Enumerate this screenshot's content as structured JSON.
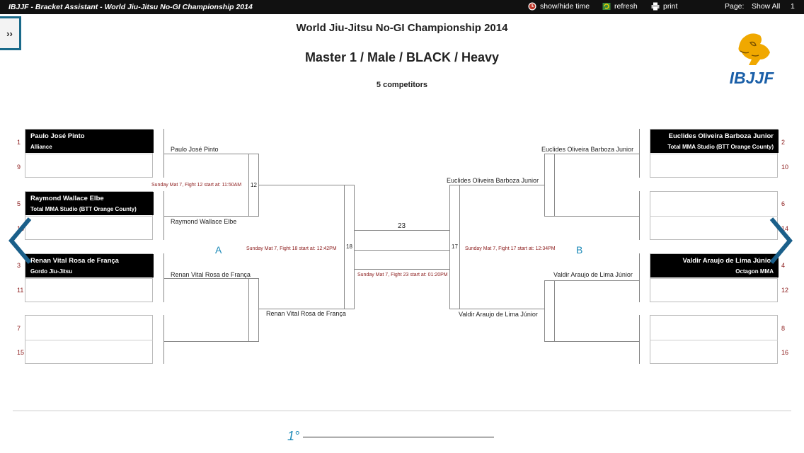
{
  "topbar": {
    "title": "IBJJF - Bracket Assistant - World Jiu-Jitsu No-GI Championship 2014",
    "showhide": "show/hide time",
    "refresh": "refresh",
    "print": "print",
    "page_label": "Page:",
    "show_all": "Show All",
    "page_num": "1"
  },
  "sidebar_toggle": "››",
  "header": {
    "event": "World Jiu-Jitsu No-GI Championship 2014",
    "division": "Master 1 / Male / BLACK / Heavy",
    "competitors": "5 competitors"
  },
  "logo_text": "IBJJF",
  "seeds_left": [
    "1",
    "9",
    "5",
    "13",
    "3",
    "11",
    "7",
    "15"
  ],
  "seeds_right": [
    "2",
    "10",
    "6",
    "14",
    "4",
    "12",
    "8",
    "16"
  ],
  "cards": {
    "l1": {
      "name": "Paulo José Pinto",
      "team": "Alliance"
    },
    "l2": {
      "name": "Raymond Wallace Elbe",
      "team": "Total MMA Studio (BTT Orange County)"
    },
    "l3": {
      "name": "Renan Vital Rosa de França",
      "team": "Gordo Jiu-Jitsu"
    },
    "r1": {
      "name": "Euclides Oliveira Barboza Junior",
      "team": "Total MMA Studio (BTT Orange County)"
    },
    "r3": {
      "name": "Valdir Araujo de Lima Júnior",
      "team": "Octagon MMA"
    }
  },
  "advance": {
    "a1": "Paulo José Pinto",
    "a2": "Raymond Wallace Elbe",
    "a3": "Renan Vital Rosa de França",
    "a4": "Renan Vital Rosa de França",
    "b1": "Euclides Oliveira Barboza Junior",
    "b2": "Euclides Oliveira Barboza Junior",
    "b3": "Valdir Araujo de Lima Júnior",
    "b4": "Valdir Araujo de Lima Júnior"
  },
  "fights": {
    "f12": "Sunday Mat 7, Fight 12 start at: 11:50AM",
    "f18": "Sunday Mat 7, Fight 18 start at: 12:42PM",
    "f17": "Sunday Mat 7, Fight 17 start at: 12:34PM",
    "f23": "Sunday Mat 7, Fight 23 start at: 01:20PM"
  },
  "fight_numbers": {
    "n12": "12",
    "n18": "18",
    "n17": "17",
    "n23": "23"
  },
  "group_a": "A",
  "group_b": "B",
  "first_place": "1°",
  "colors": {
    "accent": "#1c8ab8",
    "fight_time": "#8b1a1a",
    "topbar": "#111111",
    "logo_gold": "#f0a800",
    "logo_blue": "#1a5fa8"
  }
}
